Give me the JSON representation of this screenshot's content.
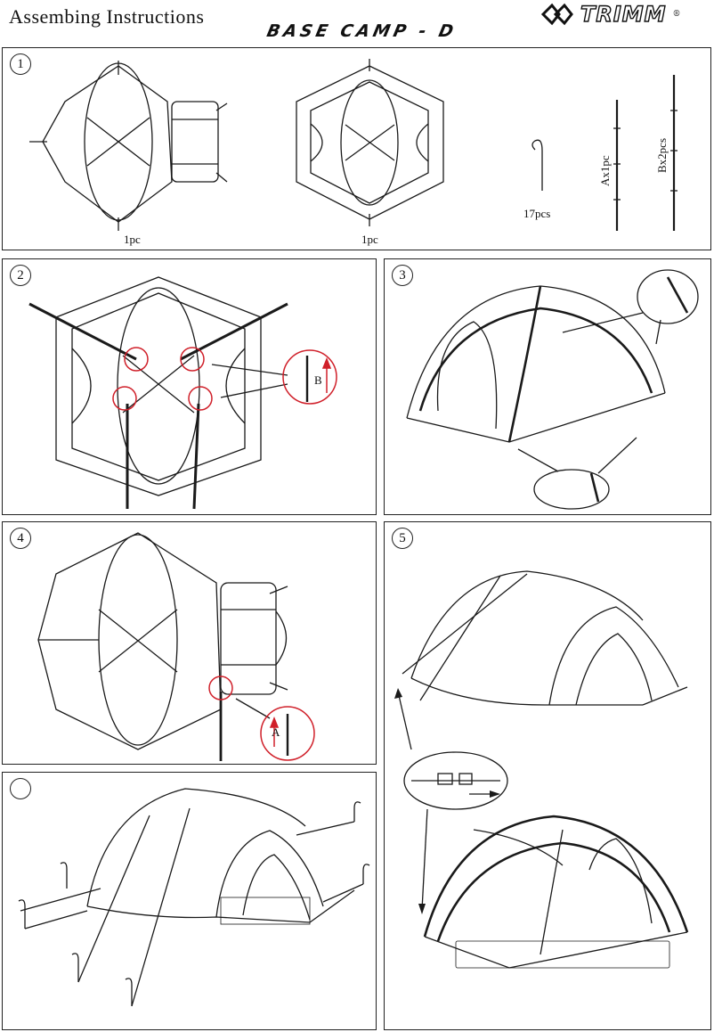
{
  "header": {
    "title": "Assembing  Instructions",
    "model": "BASE CAMP - D",
    "brand": "TRIMM",
    "brand_mark": "®"
  },
  "steps": [
    {
      "number": "1",
      "labels": {
        "tent_qty": "1pc",
        "fly_qty": "1pc",
        "peg_qty": "17pcs",
        "pole_a": "Ax1pc",
        "pole_b": "Bx2pcs"
      }
    },
    {
      "number": "2",
      "callout": "B"
    },
    {
      "number": "3"
    },
    {
      "number": "4",
      "callout": "A"
    },
    {
      "number": "5"
    },
    {
      "number": ""
    }
  ],
  "colors": {
    "line": "#1a1a1a",
    "highlight": "#d0202a",
    "background": "#ffffff"
  }
}
